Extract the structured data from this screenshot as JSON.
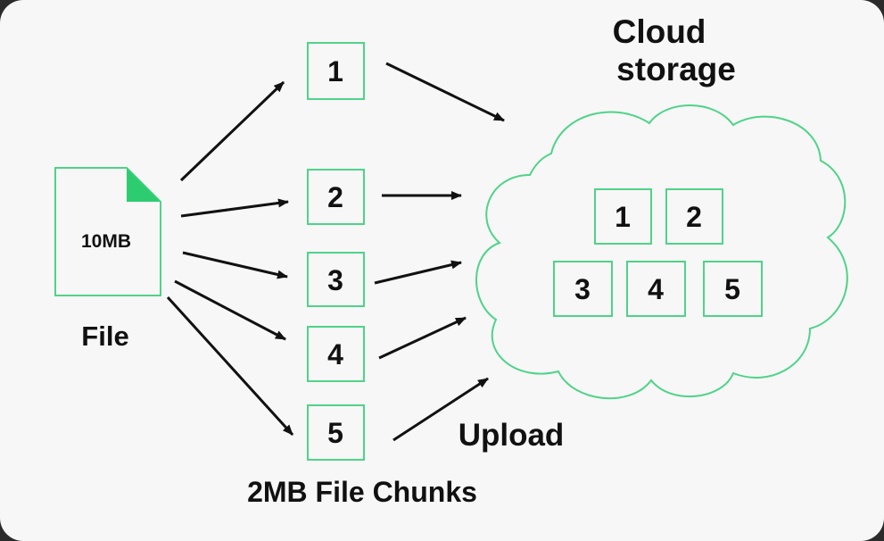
{
  "file": {
    "size_label": "10MB",
    "caption": "File"
  },
  "chunks": {
    "labels": [
      "1",
      "2",
      "3",
      "4",
      "5"
    ],
    "caption": "2MB File Chunks"
  },
  "cloud": {
    "title_line1": "Cloud",
    "title_line2": "storage",
    "chunk_labels": [
      "1",
      "2",
      "3",
      "4",
      "5"
    ]
  },
  "upload_label": "Upload",
  "colors": {
    "accent": "#2ecc71",
    "outline": "#4fd389",
    "text": "#111111",
    "background": "#f7f7f7"
  }
}
